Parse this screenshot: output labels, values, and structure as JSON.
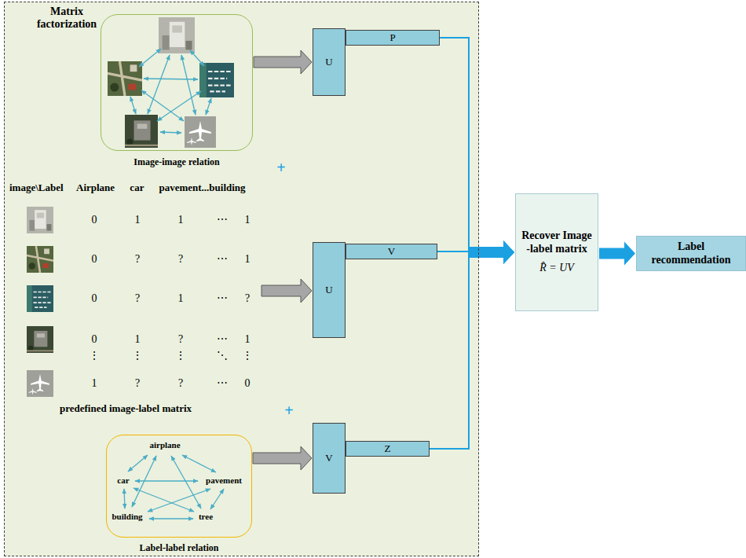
{
  "diagram": {
    "nodes": [
      {
        "text": [
          "Matrix factorization"
        ]
      },
      {
        "text": [
          "Image-image relation"
        ],
        "in": 0
      },
      {
        "text": [
          "U"
        ],
        "in": 0
      },
      {
        "text": [
          "P"
        ],
        "in": 0
      },
      {
        "text": [
          "U"
        ],
        "in": 0
      },
      {
        "text": [
          "V"
        ],
        "in": 0
      },
      {
        "text": [
          "airplane",
          "car",
          "pavement",
          "building",
          "tree",
          "Label-label relation"
        ],
        "in": 0
      },
      {
        "text": [
          "V"
        ],
        "in": 0
      },
      {
        "text": [
          "Z"
        ],
        "in": 0
      },
      {
        "text": [
          "Recover Image -label matrix",
          "R̂ = UV"
        ]
      },
      {
        "text": [
          "Label recommendation"
        ]
      }
    ],
    "edges": [
      {
        "from": 1,
        "to": 2,
        "arrow": "to"
      },
      {
        "from": 6,
        "to": 7,
        "arrow": "to"
      },
      {
        "from": 3,
        "to": 9,
        "arrow": "to"
      },
      {
        "from": 5,
        "to": 9,
        "arrow": "to"
      },
      {
        "from": 8,
        "to": 9,
        "arrow": "to"
      },
      {
        "from": 9,
        "to": 10,
        "arrow": "to"
      }
    ],
    "labels": [
      "+",
      "image\\Label",
      "Airplane car pavement...building",
      "0",
      "1",
      "1",
      "⋯",
      "1",
      "0",
      "?",
      "?",
      "⋯",
      "1",
      "0",
      "?",
      "1",
      "⋯",
      "?",
      "0",
      "1",
      "?",
      "⋯",
      "1",
      "⋮",
      "⋮",
      "⋮",
      "⋱",
      "⋮",
      "1",
      "?",
      "?",
      "⋯",
      "0",
      "predefined image-label matrix",
      "+"
    ]
  }
}
